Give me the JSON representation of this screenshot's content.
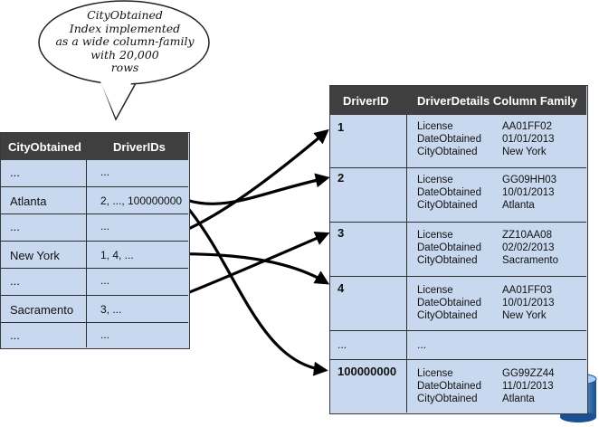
{
  "callout": {
    "lines": [
      "CityObtained",
      "Index implemented",
      "as a wide column-family",
      "with 20,000",
      "rows"
    ]
  },
  "index_table": {
    "headers": [
      "CityObtained",
      "DriverIDs"
    ],
    "rows": [
      {
        "city": "...",
        "ids": "..."
      },
      {
        "city": "Atlanta",
        "ids": "2, ..., 100000000"
      },
      {
        "city": "...",
        "ids": "..."
      },
      {
        "city": "New York",
        "ids": "1, 4, ..."
      },
      {
        "city": "...",
        "ids": "..."
      },
      {
        "city": "Sacramento",
        "ids": "3, ..."
      },
      {
        "city": "...",
        "ids": "..."
      }
    ]
  },
  "driver_table": {
    "headers": [
      "DriverID",
      "DriverDetails Column Family"
    ],
    "field_labels": [
      "License",
      "DateObtained",
      "CityObtained"
    ],
    "rows": [
      {
        "id": "1",
        "license": "AA01FF02",
        "date": "01/01/2013",
        "city": "New York"
      },
      {
        "id": "2",
        "license": "GG09HH03",
        "date": "10/01/2013",
        "city": "Atlanta"
      },
      {
        "id": "3",
        "license": "ZZ10AA08",
        "date": "02/02/2013",
        "city": "Sacramento"
      },
      {
        "id": "4",
        "license": "AA01FF03",
        "date": "10/01/2013",
        "city": "New York"
      },
      {
        "id": "...",
        "ellipsis": "..."
      },
      {
        "id": "100000000",
        "license": "GG99ZZ44",
        "date": "11/01/2013",
        "city": "Atlanta"
      }
    ]
  },
  "icons": [
    "database-icon"
  ],
  "colors": {
    "table_fill": "#c8d8ee",
    "header_fill": "#3f3f3f",
    "arrow": "#000000"
  }
}
